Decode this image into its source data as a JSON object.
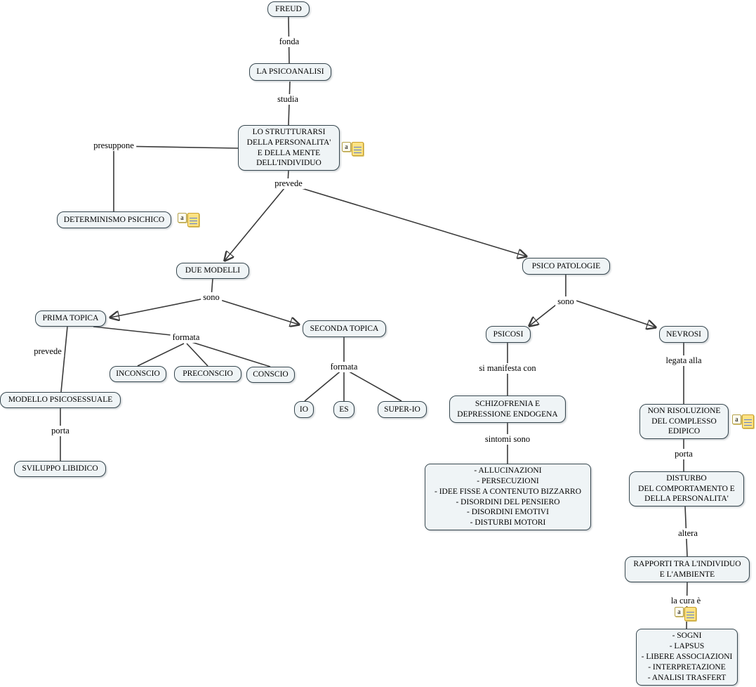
{
  "app": "concept-map",
  "language": "it",
  "colors": {
    "canvas_bg": "#ffffff",
    "node_fill": "#eff4f6",
    "node_border": "#37474f",
    "edge_line": "#3a3a3a",
    "icon_page_fill": "#ffe284",
    "icon_page_lines": "#5f7fd0",
    "icon_border": "#c9a12e"
  },
  "icons": {
    "annotation_letter": "a",
    "resource_icon": "attached-resource-icon"
  },
  "resource_icons_on": [
    "strutturarsi",
    "determinismo",
    "non_risoluzione",
    "la_cura_e_link"
  ],
  "nodes": {
    "freud": "FREUD",
    "psicoanalisi": "LA PSICOANALISI",
    "strutturarsi": "LO STRUTTURARSI\nDELLA PERSONALITA'\nE DELLA MENTE\nDELL'INDIVIDUO",
    "determinismo": "DETERMINISMO PSICHICO",
    "due_modelli": "DUE MODELLI",
    "psico_patologie": "PSICO PATOLOGIE",
    "prima_topica": "PRIMA TOPICA",
    "seconda_topica": "SECONDA TOPICA",
    "inconscio": "INCONSCIO",
    "preconscio": "PRECONSCIO",
    "conscio": "CONSCIO",
    "io": "IO",
    "es": "ES",
    "super_io": "SUPER-IO",
    "modello_psicosessuale": "MODELLO PSICOSESSUALE",
    "sviluppo_libidico": "SVILUPPO LIBIDICO",
    "psicosi": "PSICOSI",
    "nevrosi": "NEVROSI",
    "schizofrenia": "SCHIZOFRENIA E\nDEPRESSIONE ENDOGENA",
    "sintomi_list": "- ALLUCINAZIONI\n- PERSECUZIONI\n- IDEE FISSE A CONTENUTO BIZZARRO\n- DISORDINI DEL PENSIERO\n- DISORDINI EMOTIVI\n- DISTURBI MOTORI",
    "non_risoluzione": "NON RISOLUZIONE\nDEL COMPLESSO\nEDIPICO",
    "disturbo": "DISTURBO\nDEL COMPORTAMENTO E\nDELLA PERSONALITA'",
    "rapporti": "RAPPORTI TRA L'INDIVIDUO\nE L'AMBIENTE",
    "cura_list": "- SOGNI\n- LAPSUS\n- LIBERE ASSOCIAZIONI\n- INTERPRETAZIONE\n- ANALISI TRASFERT"
  },
  "link_labels": {
    "fonda": "fonda",
    "studia": "studia",
    "prevede_top": "prevede",
    "presuppone": "presuppone",
    "sono_left": "sono",
    "sono_right": "sono",
    "prevede_left": "prevede",
    "formata_prima": "formata",
    "formata_seconda": "formata",
    "porta_left": "porta",
    "porta_right": "porta",
    "si_manifesta_con": "si manifesta con",
    "sintomi_sono": "sintomi sono",
    "legata_alla": "legata alla",
    "altera": "altera",
    "la_cura_e": "la cura è"
  },
  "edges": [
    {
      "from": "freud",
      "label": "fonda",
      "to": "psicoanalisi",
      "arrow": false
    },
    {
      "from": "psicoanalisi",
      "label": "studia",
      "to": "strutturarsi",
      "arrow": false
    },
    {
      "from": "strutturarsi",
      "label": "presuppone",
      "to": "determinismo",
      "arrow": false
    },
    {
      "from": "strutturarsi",
      "label": "prevede",
      "to": "due_modelli",
      "arrow": true
    },
    {
      "from": "strutturarsi",
      "label": "prevede",
      "to": "psico_patologie",
      "arrow": true
    },
    {
      "from": "due_modelli",
      "label": "sono",
      "to": "prima_topica",
      "arrow": true
    },
    {
      "from": "due_modelli",
      "label": "sono",
      "to": "seconda_topica",
      "arrow": true
    },
    {
      "from": "prima_topica",
      "label": "prevede",
      "to": "modello_psicosessuale",
      "arrow": false
    },
    {
      "from": "prima_topica",
      "label": "formata",
      "to": "inconscio",
      "arrow": false
    },
    {
      "from": "prima_topica",
      "label": "formata",
      "to": "preconscio",
      "arrow": false
    },
    {
      "from": "prima_topica",
      "label": "formata",
      "to": "conscio",
      "arrow": false
    },
    {
      "from": "modello_psicosessuale",
      "label": "porta",
      "to": "sviluppo_libidico",
      "arrow": false
    },
    {
      "from": "seconda_topica",
      "label": "formata",
      "to": "io",
      "arrow": false
    },
    {
      "from": "seconda_topica",
      "label": "formata",
      "to": "es",
      "arrow": false
    },
    {
      "from": "seconda_topica",
      "label": "formata",
      "to": "super_io",
      "arrow": false
    },
    {
      "from": "psico_patologie",
      "label": "sono",
      "to": "psicosi",
      "arrow": true
    },
    {
      "from": "psico_patologie",
      "label": "sono",
      "to": "nevrosi",
      "arrow": true
    },
    {
      "from": "psicosi",
      "label": "si manifesta con",
      "to": "schizofrenia",
      "arrow": false
    },
    {
      "from": "schizofrenia",
      "label": "sintomi sono",
      "to": "sintomi_list",
      "arrow": false
    },
    {
      "from": "nevrosi",
      "label": "legata alla",
      "to": "non_risoluzione",
      "arrow": false
    },
    {
      "from": "non_risoluzione",
      "label": "porta",
      "to": "disturbo",
      "arrow": false
    },
    {
      "from": "disturbo",
      "label": "altera",
      "to": "rapporti",
      "arrow": false
    },
    {
      "from": "rapporti",
      "label": "la cura è",
      "to": "cura_list",
      "arrow": false
    }
  ]
}
